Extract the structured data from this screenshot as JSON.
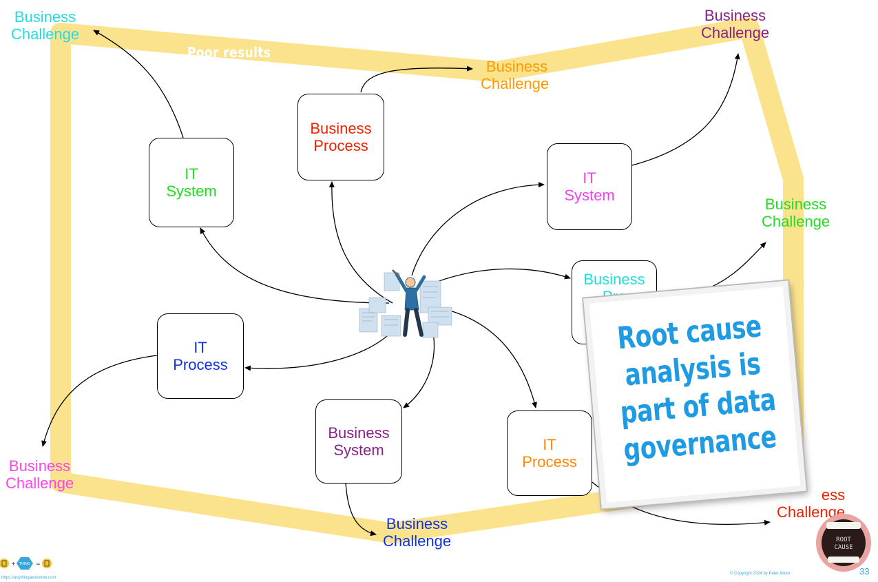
{
  "banner": "Poor results",
  "nodes": {
    "it_system_left": {
      "line1": "IT",
      "line2": "System",
      "color": "#22dd22"
    },
    "business_process_top": {
      "line1": "Business",
      "line2": "Process",
      "color": "#ee2200"
    },
    "it_system_right": {
      "line1": "IT",
      "line2": "System",
      "color": "#ee44ee"
    },
    "business_process_right": {
      "line1": "Business",
      "line2": "Pro",
      "color": "#22dddd"
    },
    "it_process_left": {
      "line1": "IT",
      "line2": "Process",
      "color": "#1133dd"
    },
    "business_system_bottom": {
      "line1": "Business",
      "line2": "System",
      "color": "#882288"
    },
    "it_process_bottom": {
      "line1": "IT",
      "line2": "Process",
      "color": "#ff8800"
    }
  },
  "challenges": {
    "top_left": {
      "line1": "Business",
      "line2": "Challenge",
      "color": "#22dddd"
    },
    "top_center": {
      "line1": "Business",
      "line2": "Challenge",
      "color": "#ff9900"
    },
    "top_right": {
      "line1": "Business",
      "line2": "Challenge",
      "color": "#882288"
    },
    "right": {
      "line1": "Business",
      "line2": "Challenge",
      "color": "#22dd22"
    },
    "bottom_left": {
      "line1": "Business",
      "line2": "Challenge",
      "color": "#ff44ee"
    },
    "bottom_center": {
      "line1": "Business",
      "line2": "Challenge",
      "color": "#1133dd"
    },
    "bottom_right": {
      "line1": "ess",
      "line2": "Challenge",
      "color": "#ee2200"
    }
  },
  "callout": {
    "lines": [
      "Root cause",
      "analysis is",
      "part of data",
      "governance"
    ],
    "color": "#1e9be3"
  },
  "footer": {
    "url": "https://anythingawesome.com",
    "copyright": "© Copyright   2024   by Peter Aiken",
    "page_number": "33",
    "logo_word": "THING",
    "root_cause_image_text": [
      "ROOT",
      "CAUSE"
    ]
  },
  "colors": {
    "frame": "#fbe38e",
    "accent": "#3aa6d8"
  }
}
